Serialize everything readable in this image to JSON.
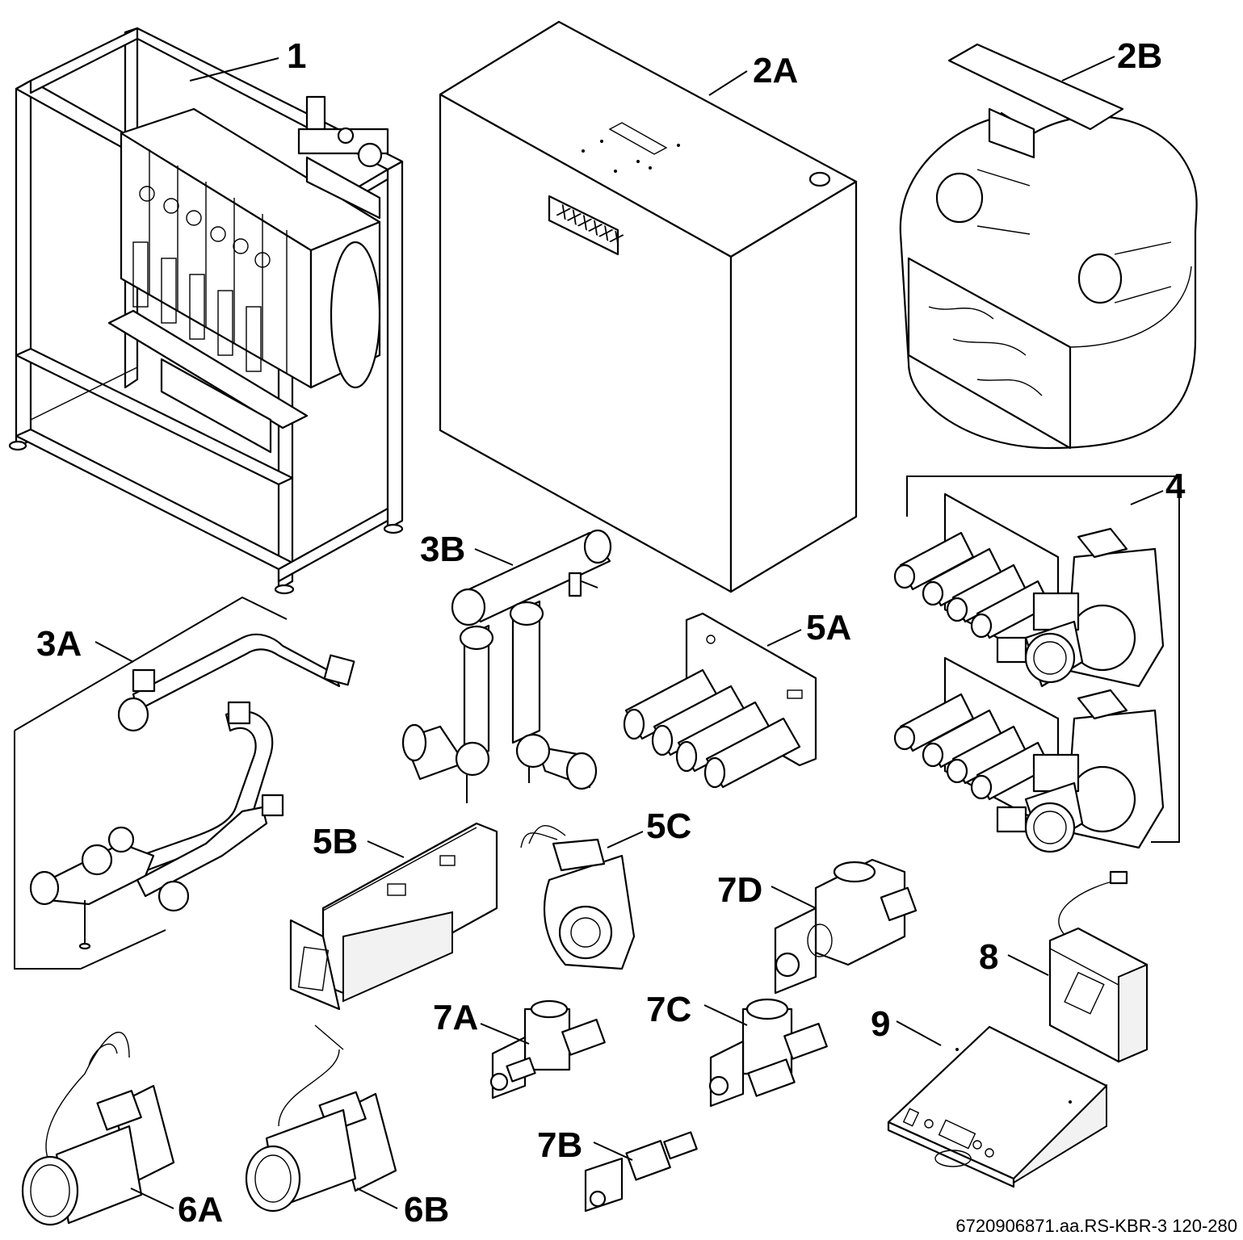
{
  "labels": {
    "p1": "1",
    "p2a": "2A",
    "p2b": "2B",
    "p3a": "3A",
    "p3b": "3B",
    "p4": "4",
    "p5a": "5A",
    "p5b": "5B",
    "p5c": "5C",
    "p6a": "6A",
    "p6b": "6B",
    "p7a": "7A",
    "p7b": "7B",
    "p7c": "7C",
    "p7d": "7D",
    "p8": "8",
    "p9": "9"
  },
  "casing_plate_text": "XXXXXX",
  "reference": "6720906871.aa.RS-KBR-3 120-280"
}
